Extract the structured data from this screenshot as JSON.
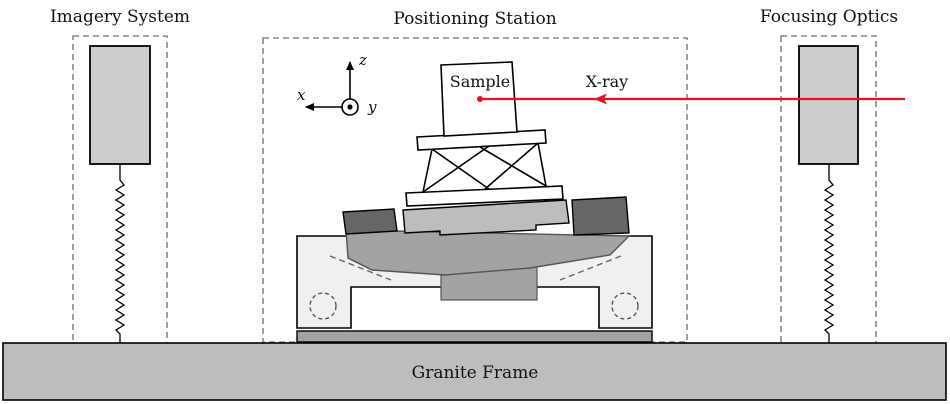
{
  "labels": {
    "imagery_system": "Imagery System",
    "positioning_station": "Positioning Station",
    "focusing_optics": "Focusing Optics",
    "sample": "Sample",
    "xray": "X-ray",
    "granite_frame": "Granite Frame"
  },
  "axes": {
    "x": "x",
    "y": "y",
    "z": "z"
  },
  "colors": {
    "beam": "#e0141c",
    "frame": "#bdbdbd",
    "light_fill": "#d0d0d0",
    "mid_fill": "#a3a3a3",
    "dark_fill": "#666666",
    "dashed": "#888888",
    "stroke": "#000000"
  }
}
